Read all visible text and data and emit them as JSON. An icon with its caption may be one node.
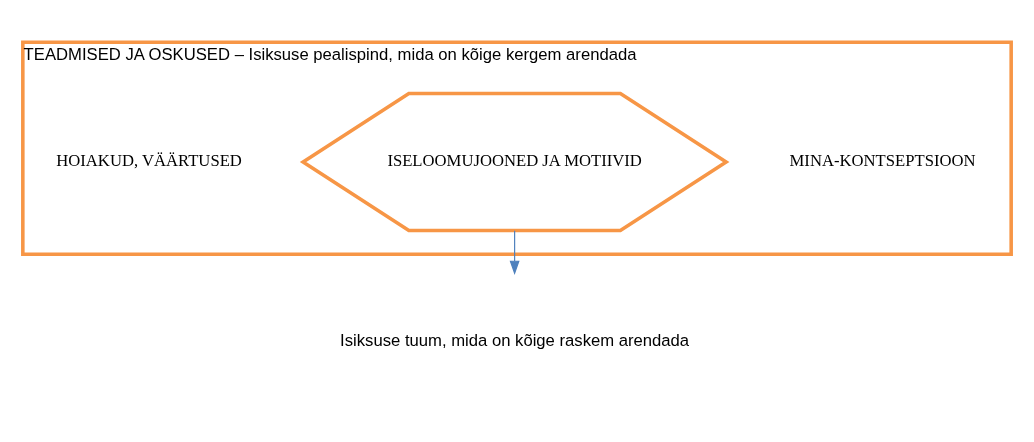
{
  "diagram": {
    "nodes": [
      {
        "text": [
          "TEADMISED JA OSKUSED – Isiksuse pealispind, mida on kõige kergem arendada"
        ]
      },
      {
        "text": [
          "ISELOOMUJOONED JA MOTIIVID"
        ],
        "in": 0
      },
      {
        "text": [
          "Isiksuse tuum, mida on kõige raskem arendada"
        ]
      }
    ],
    "edges": [
      {
        "from": 1,
        "to": 2,
        "arrow": "to",
        "color": "#4f81bd"
      }
    ],
    "labels": [
      "HOIAKUD, VÄÄRTUSED",
      "MINA-KONTSEPTSIOON"
    ]
  }
}
